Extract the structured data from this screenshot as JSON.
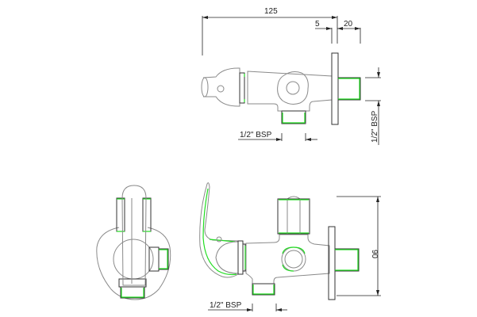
{
  "drawing": {
    "subject": "Angle valve technical drawing",
    "views": [
      "top-view",
      "end-view",
      "side-view"
    ]
  },
  "dimensions": {
    "overall_length": "125",
    "flange_gap": "5",
    "tail_length": "20",
    "height": "90"
  },
  "labels": {
    "top_outlet_thread": "1/2\" BSP",
    "top_tail_thread": "1/2\" BSP",
    "side_outlet_thread": "1/2\" BSP"
  },
  "colors": {
    "outline": "#8a8a8a",
    "dark_edge": "#333333",
    "thread_highlight": "#22dd22",
    "dimension": "#222222"
  }
}
